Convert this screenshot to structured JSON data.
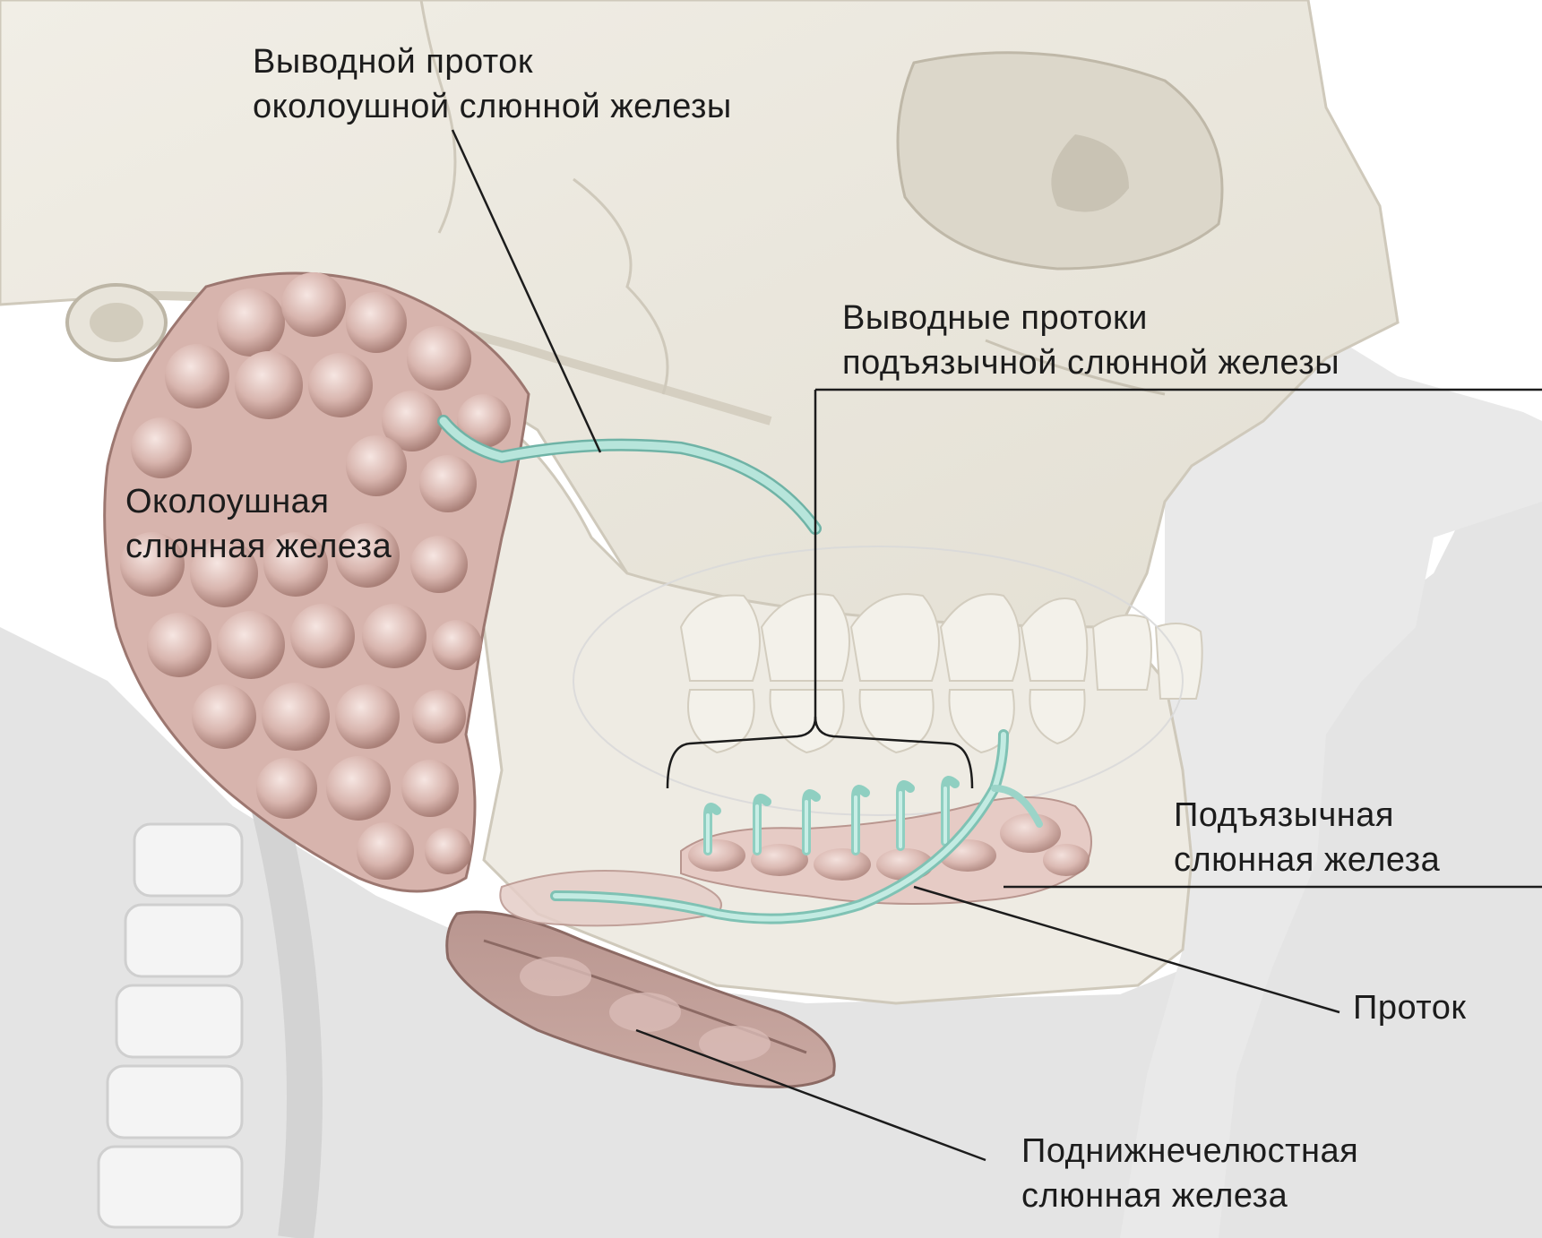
{
  "labels": {
    "parotid_duct": {
      "line1": "Выводной проток",
      "line2": "околоушной слюнной железы"
    },
    "sublingual_ducts": {
      "line1": "Выводные протоки",
      "line2": "подъязычной слюнной железы"
    },
    "parotid_gland": {
      "line1": "Околоушная",
      "line2": "слюнная железа"
    },
    "sublingual_gland": {
      "line1": "Подъязычная",
      "line2": "слюнная железа"
    },
    "duct": {
      "line1": "Проток"
    },
    "submandibular_gland": {
      "line1": "Поднижнечелюстная",
      "line2": "слюнная железа"
    }
  },
  "colors": {
    "bone": "#ece8de",
    "bone_shadow": "#d4cfc2",
    "soft_tissue": "#dcdcdc",
    "gland": "#cfa9a2",
    "gland_highlight": "#f1dcd6",
    "gland_dark": "#9c7770",
    "duct": "#a9ddd2",
    "leader_line": "#1c1c1c"
  }
}
